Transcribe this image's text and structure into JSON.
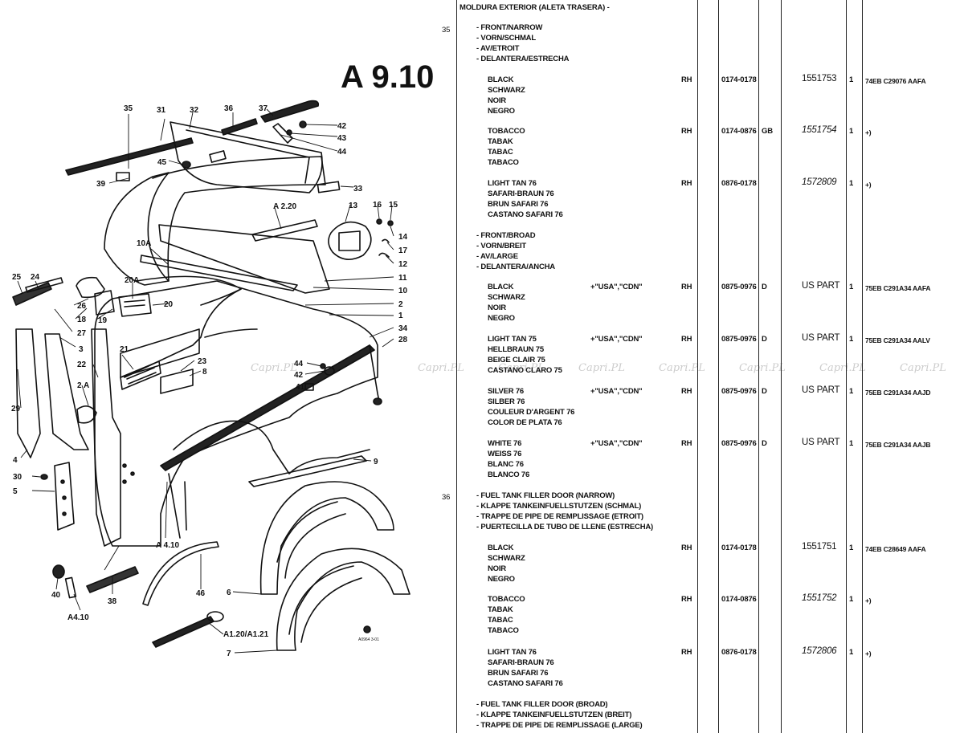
{
  "page_title": "A 9.10",
  "catalog": {
    "header": "MOLDURA EXTERIOR (ALETA TRASERA) -",
    "sections": [
      {
        "number": "35",
        "descriptions": [
          "- FRONT/NARROW",
          "- VORN/SCHMAL",
          "- AV/ETROIT",
          "- DELANTERA/ESTRECHA"
        ],
        "variants": [
          {
            "names": [
              "BLACK",
              "SCHWARZ",
              "NOIR",
              "NEGRO"
            ],
            "note": "",
            "side": "RH",
            "dates": "0174-0178",
            "code": "",
            "part_no": "1551753",
            "qty": "1",
            "finis": "74EB C29076 AAFA"
          },
          {
            "names": [
              "TOBACCO",
              "TABAK",
              "TABAC",
              "TABACO"
            ],
            "note": "",
            "side": "RH",
            "dates": "0174-0876",
            "code": "GB",
            "part_no": "1551754",
            "qty": "1",
            "finis": "+)"
          },
          {
            "names": [
              "LIGHT TAN 76",
              "SAFARI-BRAUN 76",
              "BRUN SAFARI 76",
              "CASTANO SAFARI 76"
            ],
            "note": "",
            "side": "RH",
            "dates": "0876-0178",
            "code": "",
            "part_no": "1572809",
            "qty": "1",
            "finis": "+)"
          }
        ]
      },
      {
        "number": "",
        "descriptions": [
          "- FRONT/BROAD",
          "- VORN/BREIT",
          "- AV/LARGE",
          "- DELANTERA/ANCHA"
        ],
        "variants": [
          {
            "names": [
              "BLACK",
              "SCHWARZ",
              "NOIR",
              "NEGRO"
            ],
            "note": "+\"USA\",\"CDN\"",
            "side": "RH",
            "dates": "0875-0976",
            "code": "D",
            "part_no": "US PART",
            "qty": "1",
            "finis": "75EB C291A34 AAFA"
          },
          {
            "names": [
              "LIGHT TAN 75",
              "HELLBRAUN 75",
              "BEIGE CLAIR 75",
              "CASTANO CLARO 75"
            ],
            "note": "+\"USA\",\"CDN\"",
            "side": "RH",
            "dates": "0875-0976",
            "code": "D",
            "part_no": "US PART",
            "qty": "1",
            "finis": "75EB C291A34 AALV"
          },
          {
            "names": [
              "SILVER 76",
              "SILBER 76",
              "COULEUR D'ARGENT 76",
              "COLOR DE PLATA 76"
            ],
            "note": "+\"USA\",\"CDN\"",
            "side": "RH",
            "dates": "0875-0976",
            "code": "D",
            "part_no": "US PART",
            "qty": "1",
            "finis": "75EB C291A34 AAJD"
          },
          {
            "names": [
              "WHITE 76",
              "WEISS 76",
              "BLANC 76",
              "BLANCO 76"
            ],
            "note": "+\"USA\",\"CDN\"",
            "side": "RH",
            "dates": "0875-0976",
            "code": "D",
            "part_no": "US PART",
            "qty": "1",
            "finis": "75EB C291A34 AAJB"
          }
        ]
      },
      {
        "number": "36",
        "descriptions": [
          "- FUEL TANK FILLER DOOR (NARROW)",
          "- KLAPPE TANKEINFUELLSTUTZEN (SCHMAL)",
          "- TRAPPE DE PIPE DE REMPLISSAGE (ETROIT)",
          "- PUERTECILLA DE TUBO DE LLENE (ESTRECHA)"
        ],
        "variants": [
          {
            "names": [
              "BLACK",
              "SCHWARZ",
              "NOIR",
              "NEGRO"
            ],
            "note": "",
            "side": "RH",
            "dates": "0174-0178",
            "code": "",
            "part_no": "1551751",
            "qty": "1",
            "finis": "74EB C28649 AAFA"
          },
          {
            "names": [
              "TOBACCO",
              "TABAK",
              "TABAC",
              "TABACO"
            ],
            "note": "",
            "side": "RH",
            "dates": "0174-0876",
            "code": "",
            "part_no": "1551752",
            "qty": "1",
            "finis": "+)"
          },
          {
            "names": [
              "LIGHT TAN 76",
              "SAFARI-BRAUN 76",
              "BRUN SAFARI 76",
              "CASTANO SAFARI 76"
            ],
            "note": "",
            "side": "RH",
            "dates": "0876-0178",
            "code": "",
            "part_no": "1572806",
            "qty": "1",
            "finis": "+)"
          }
        ]
      },
      {
        "number": "",
        "descriptions": [
          "- FUEL TANK FILLER DOOR (BROAD)",
          "- KLAPPE TANKEINFUELLSTUTZEN (BREIT)",
          "- TRAPPE DE PIPE DE REMPLISSAGE (LARGE)"
        ],
        "variants": []
      }
    ]
  },
  "diagram_labels": {
    "n35": "35",
    "n31": "31",
    "n32": "32",
    "n36": "36",
    "n37": "37",
    "n42a": "42",
    "n43a": "43",
    "n44a": "44",
    "n45": "45",
    "n39": "39",
    "n33": "33",
    "a220": "A 2.20",
    "n13": "13",
    "n16": "16",
    "n15": "15",
    "n14": "14",
    "n17": "17",
    "n12": "12",
    "n11": "11",
    "n10": "10",
    "n10a": "10A",
    "n25": "25",
    "n24": "24",
    "n20a": "20A",
    "n26": "26",
    "n20": "20",
    "n2": "2",
    "n18": "18",
    "n19": "19",
    "n1": "1",
    "n34": "34",
    "n27": "27",
    "n28": "28",
    "n3": "3",
    "n21": "21",
    "n23": "23",
    "n22": "22",
    "n8": "8",
    "n44b": "44",
    "n42b": "42",
    "n41": "41",
    "n2a": "2 A",
    "n29": "29",
    "n4": "4",
    "n30": "30",
    "n5": "5",
    "n9": "9",
    "a410a": "A 4.10",
    "n40": "40",
    "n38": "38",
    "a410b": "A4.10",
    "n46": "46",
    "n6": "6",
    "a120": "A1.20/A1.21",
    "n7": "7",
    "code_small": "A0964 3-01"
  },
  "watermark": "Capri.PL"
}
